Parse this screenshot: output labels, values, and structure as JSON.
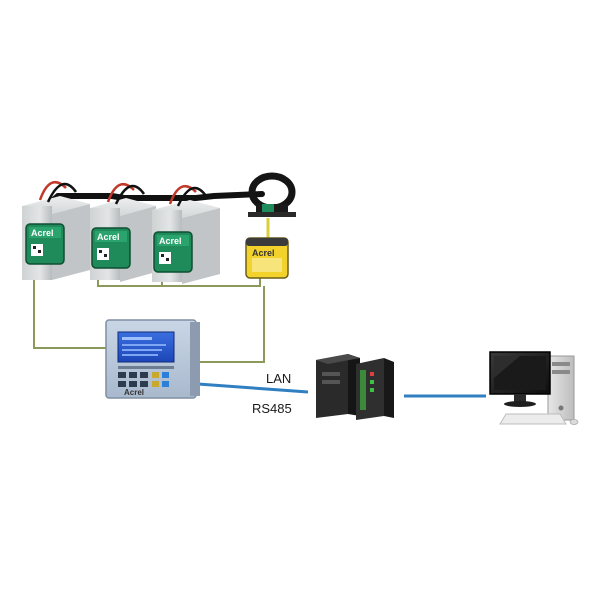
{
  "brand": {
    "name": "Acrel",
    "colors": {
      "module_green": "#1f8a5a",
      "module_yellow": "#f2d22b",
      "signal_wire": "#8b9a5a",
      "network_wire": "#2f7fc1",
      "yellow_wire": "#d8cf3a"
    }
  },
  "links": {
    "lan_label": "LAN",
    "rs485_label": "RS485"
  },
  "devices": {
    "battery_count": 3,
    "battery_icon": "battery-icon",
    "sensor_icon": "current-sensor-icon",
    "controller_icon": "monitoring-host-icon",
    "gateway_icon": "gateway-server-icon",
    "computer_icon": "desktop-computer-icon"
  }
}
